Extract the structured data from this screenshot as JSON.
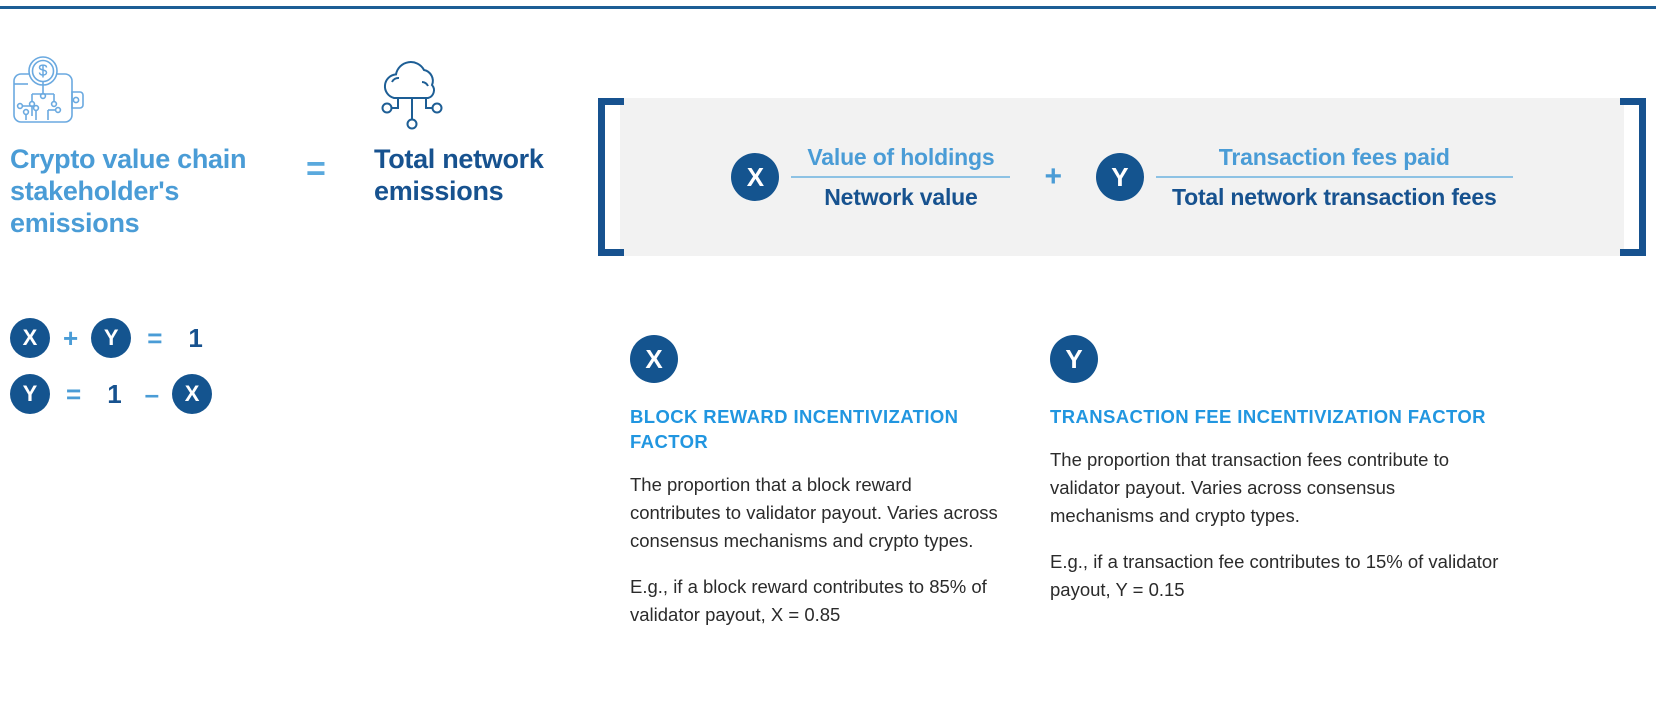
{
  "top_rule_color": "#1d5e95",
  "colors": {
    "light_blue": "#4a9cd6",
    "dark_blue": "#17528f",
    "badge_blue": "#14548f",
    "title_blue": "#2196e0",
    "panel_bg": "#f2f2f2",
    "fraction_bar": "#8dc2e4"
  },
  "headline": {
    "icon_left": "crypto-wallet-icon",
    "icon_right": "cloud-network-icon",
    "left_text": "Crypto value chain stakeholder's emissions",
    "equals": "=",
    "right_text": "Total network emissions"
  },
  "formula": {
    "terms": [
      {
        "badge": "X",
        "numerator": "Value of holdings",
        "denominator": "Network value"
      },
      {
        "badge": "Y",
        "numerator": "Transaction fees paid",
        "denominator": "Total network transaction fees"
      }
    ],
    "operator": "+"
  },
  "equations": [
    {
      "a": "X",
      "op1": "+",
      "b": "Y",
      "op2": "=",
      "c": "1"
    },
    {
      "a": "Y",
      "op1": "=",
      "b": "1",
      "op2": "–",
      "c": "X"
    }
  ],
  "descriptions": [
    {
      "badge": "X",
      "title": "BLOCK REWARD INCENTIVIZATION FACTOR",
      "paragraph_1": "The proportion that a block reward contributes to validator payout. Varies across consensus mechanisms and crypto types.",
      "paragraph_2": "E.g., if a block reward contributes to 85% of validator payout, X = 0.85"
    },
    {
      "badge": "Y",
      "title": "TRANSACTION FEE INCENTIVIZATION FACTOR",
      "paragraph_1": "The proportion that transaction fees contribute to validator payout. Varies across consensus mechanisms and crypto types.",
      "paragraph_2": "E.g., if a transaction fee contributes to 15% of validator payout, Y = 0.15"
    }
  ]
}
